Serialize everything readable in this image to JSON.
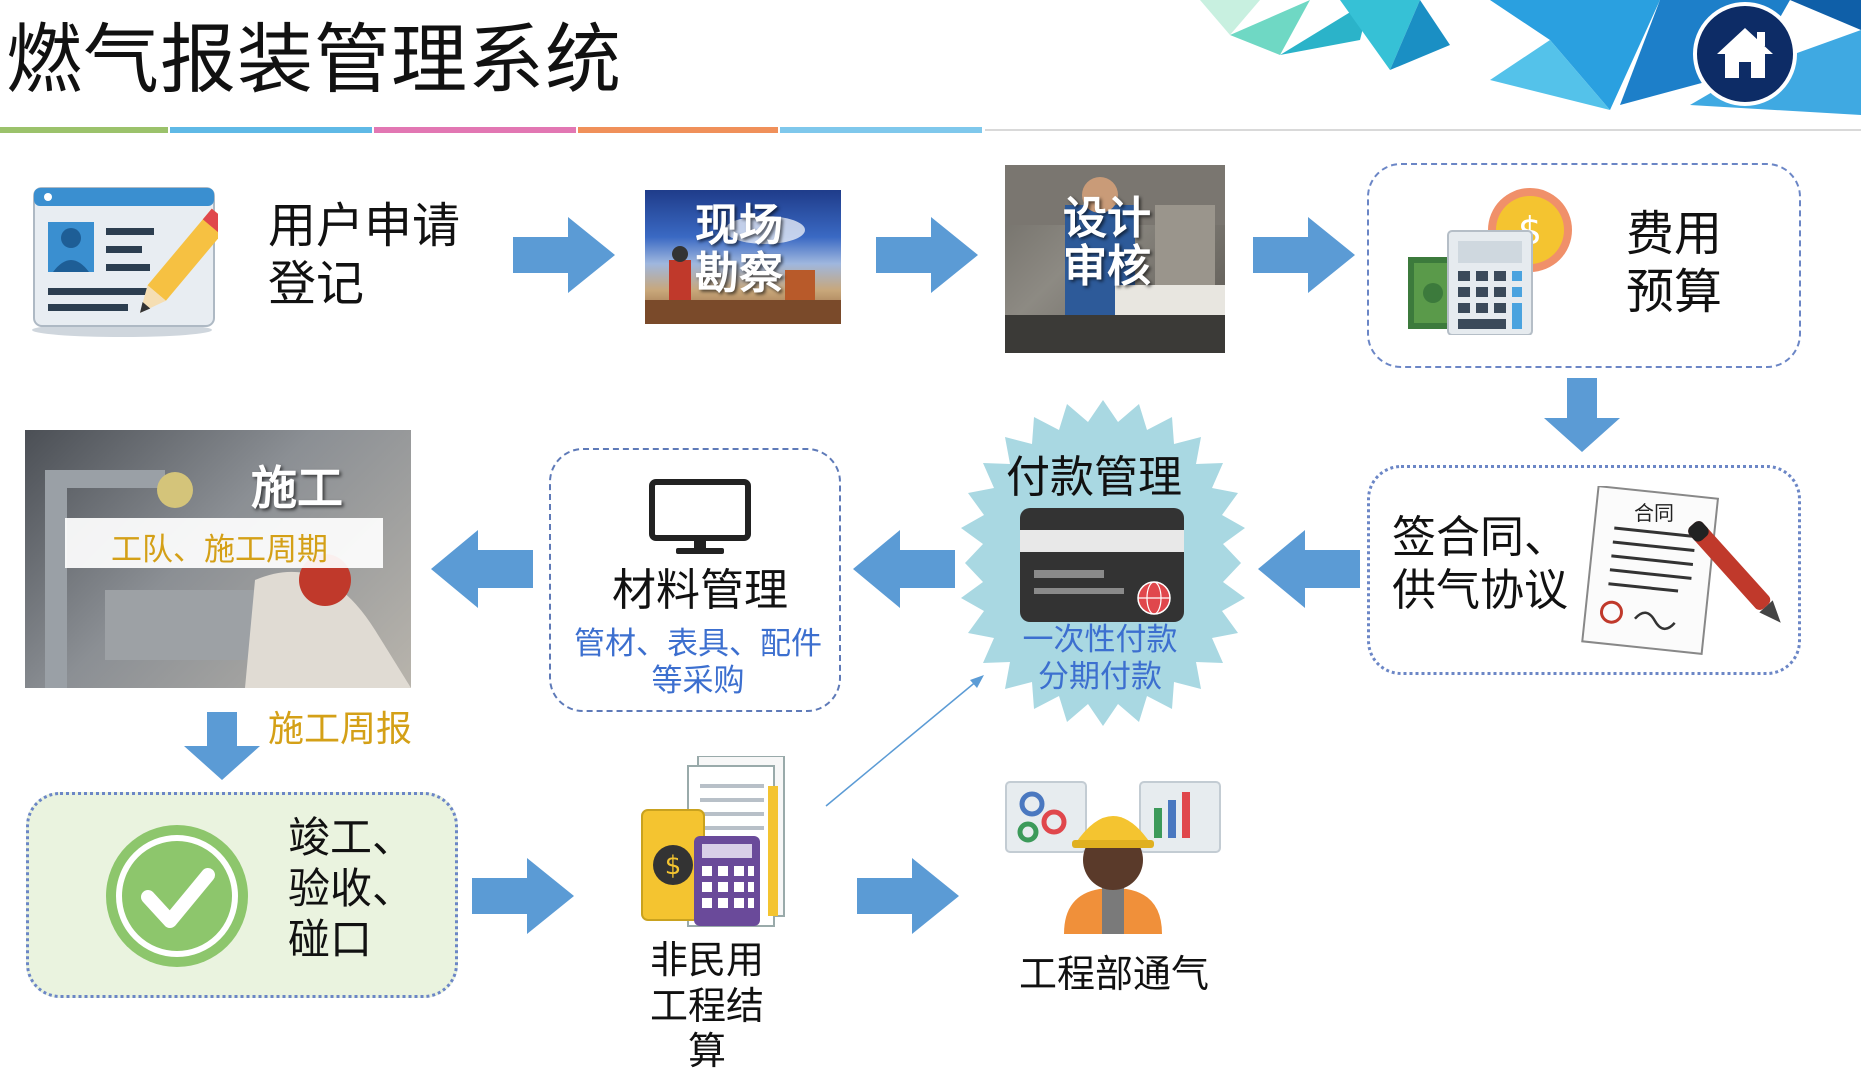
{
  "title": "燃气报装管理系统",
  "colors": {
    "arrow": "#5b9bd5",
    "accent_line": [
      "#9bc26b",
      "#5fb9e6",
      "#e277b3",
      "#f0905a",
      "#7fc8ec"
    ],
    "sub_text_blue": "#3c6fcf",
    "sub_text_gold": "#d4a017",
    "home_button": "#0d2c66"
  },
  "icons": [
    "home-icon",
    "user-card-icon",
    "calculator-money-icon",
    "monitor-icon",
    "credit-card-icon",
    "contract-pen-icon",
    "check-circle-icon",
    "invoice-calculator-icon",
    "engineer-monitor-icon"
  ],
  "steps": {
    "register": [
      "用户申请",
      "登记"
    ],
    "survey": [
      "现场",
      "勘察"
    ],
    "design": [
      "设计",
      "审核"
    ],
    "budget": [
      "费用",
      "预算"
    ],
    "contract": [
      "签合同、",
      "供气协议"
    ],
    "contract_doc": "合同",
    "payment": {
      "title": "付款管理",
      "sub": [
        "一次性付款",
        "分期付款"
      ]
    },
    "material": {
      "title": "材料管理",
      "sub": [
        "管材、表具、配件",
        "等采购"
      ]
    },
    "construction": {
      "title": "施工",
      "sub": "工队、施工周期"
    },
    "weekly_report": "施工周报",
    "completion": [
      "竣工、",
      "验收、",
      "碰口"
    ],
    "settlement": [
      "非民用",
      "工程结算"
    ],
    "gas_on": "工程部通气"
  }
}
